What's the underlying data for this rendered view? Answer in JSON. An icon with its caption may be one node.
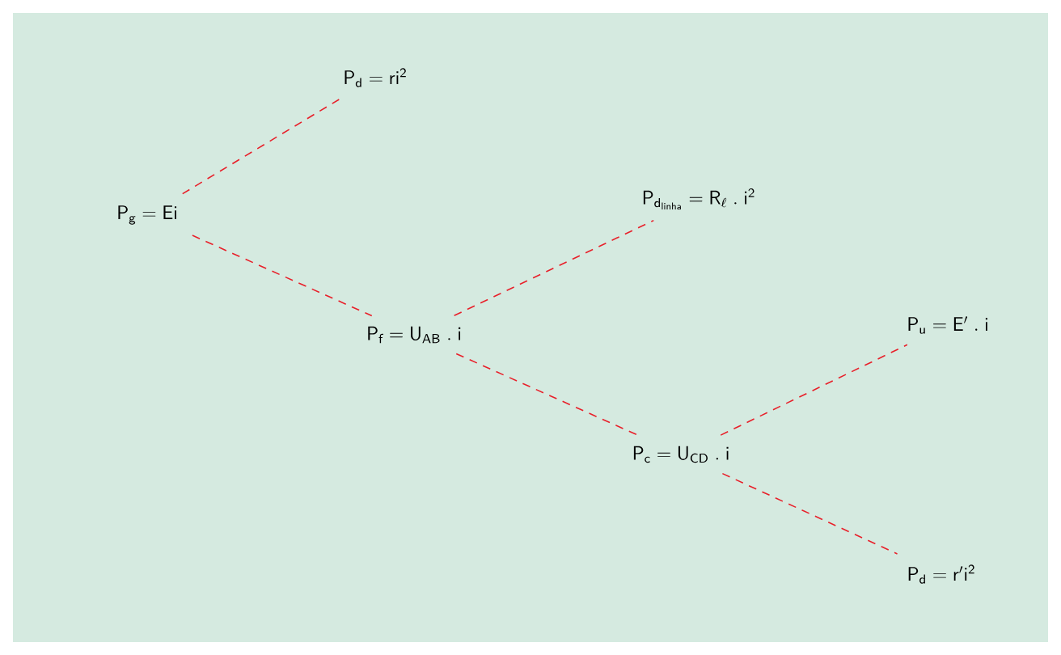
{
  "diagram": {
    "nodes": [
      {
        "text": [
          "\\mathsf{P_g = Ei}"
        ]
      },
      {
        "text": [
          "\\mathsf{P_d = ri^2}"
        ]
      },
      {
        "text": [
          "\\mathsf{P_f = U_{AB}\\ .\\ i}"
        ]
      },
      {
        "text": [
          "\\mathsf{P_{d_{linha}} = R_{\\ell}\\ .\\ i^2}"
        ]
      },
      {
        "text": [
          "\\mathsf{P_c = U_{CD}\\ .\\ i}"
        ]
      },
      {
        "text": [
          "\\mathsf{P_u = E'\\ .\\ i}"
        ]
      },
      {
        "text": [
          "\\mathsf{P_d = r'i^2}"
        ]
      }
    ],
    "edges": [
      {
        "from": 0,
        "to": 1,
        "arrow": "none",
        "style": "dashed",
        "color": "#e8202a"
      },
      {
        "from": 0,
        "to": 2,
        "arrow": "none",
        "style": "dashed",
        "color": "#e8202a"
      },
      {
        "from": 2,
        "to": 3,
        "arrow": "none",
        "style": "dashed",
        "color": "#e8202a"
      },
      {
        "from": 2,
        "to": 4,
        "arrow": "none",
        "style": "dashed",
        "color": "#e8202a"
      },
      {
        "from": 4,
        "to": 5,
        "arrow": "none",
        "style": "dashed",
        "color": "#e8202a"
      },
      {
        "from": 4,
        "to": 6,
        "arrow": "none",
        "style": "dashed",
        "color": "#e8202a"
      }
    ]
  }
}
